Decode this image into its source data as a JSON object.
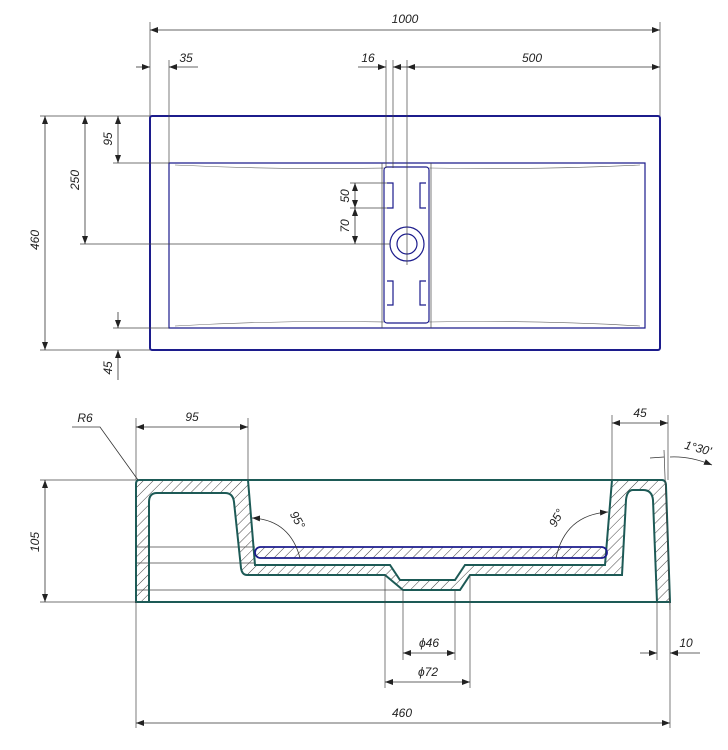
{
  "top_view": {
    "dimensions": {
      "overall_width": "1000",
      "edge_offset": "35",
      "divider_width": "16",
      "half_width": "500",
      "overall_depth": "460",
      "drain_from_back": "250",
      "back_rim": "95",
      "front_rim": "45",
      "slot_length": "50",
      "slot_to_drain": "70"
    }
  },
  "section_view": {
    "dimensions": {
      "corner_radius": "R6",
      "left_rim": "95",
      "right_rim": "45",
      "draft_angle": "1°30'",
      "height": "105",
      "wall_angle_left": "95°",
      "wall_angle_right": "95°",
      "drain_inner_dia": "ϕ46",
      "drain_outer_dia": "ϕ72",
      "wall_thickness": "10",
      "overall_depth": "460"
    }
  },
  "colors": {
    "top_outline": "#1c1c8c",
    "section_outline": "#1d5a56"
  }
}
